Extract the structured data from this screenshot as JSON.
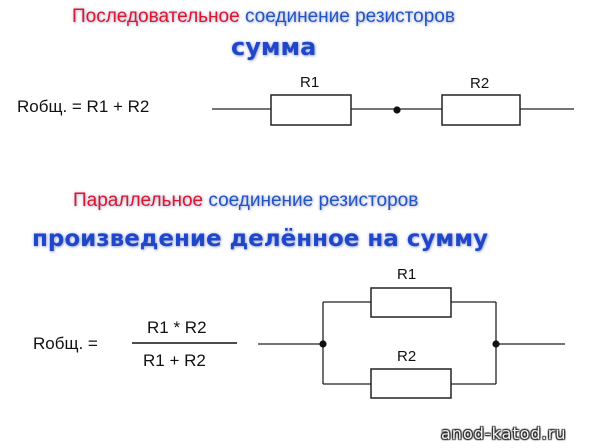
{
  "series": {
    "heading_red": "Последовательное",
    "heading_blue": "соединение резисторов",
    "subtitle": "сумма",
    "formula": "Rобщ. = R1 + R2",
    "r1_label": "R1",
    "r2_label": "R2"
  },
  "parallel": {
    "heading_red": "Параллельное",
    "heading_blue": "соединение резисторов",
    "subtitle": "произведение делённое на сумму",
    "formula_lhs": "Rобщ. =",
    "numerator": "R1 * R2",
    "denominator": "R1 + R2",
    "r1_label": "R1",
    "r2_label": "R2"
  },
  "watermark": "anod-katod.ru",
  "colors": {
    "red": "#e0142a",
    "blue": "#1f56c4",
    "subtitle_blue": "#1f47c8"
  }
}
